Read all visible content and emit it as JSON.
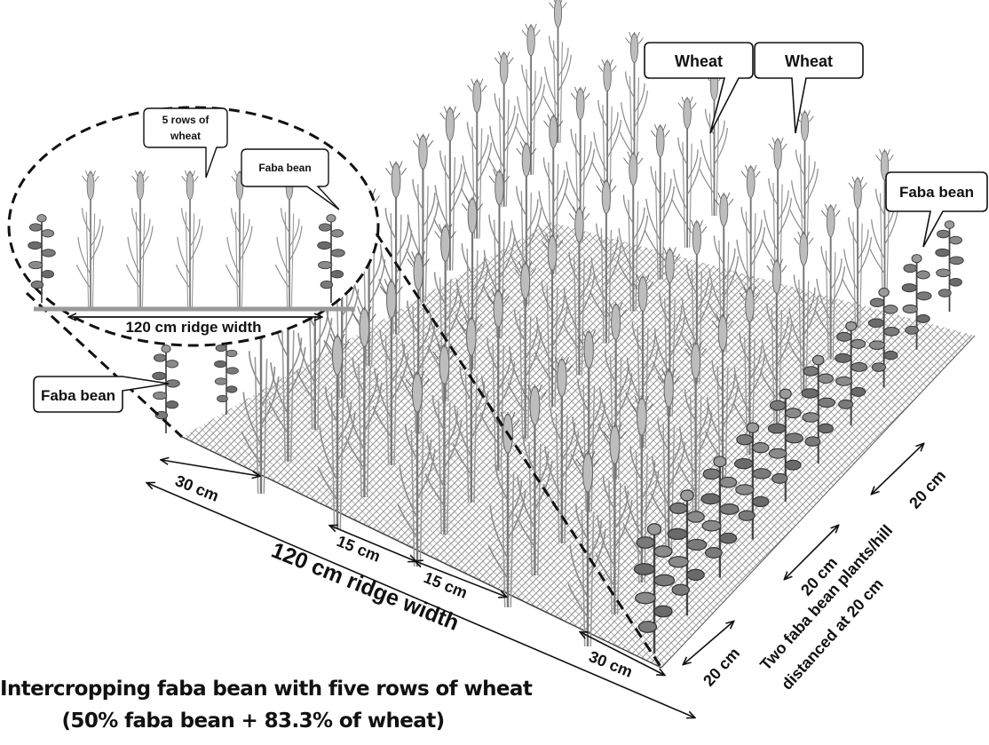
{
  "labels": {
    "wheat_top_left": "Wheat",
    "wheat_top_right": "Wheat",
    "faba_right": "Faba bean",
    "faba_left": "Faba bean",
    "inset_rows_line1": "5 rows of",
    "inset_rows_line2": "wheat",
    "inset_faba": "Faba bean",
    "inset_ridge": "120 cm ridge width"
  },
  "dimensions": {
    "left_30": "30 cm",
    "mid_15_a": "15 cm",
    "mid_15_b": "15 cm",
    "right_30": "30 cm",
    "ridge": "120 cm ridge width",
    "side_20_a": "20 cm",
    "side_20_b": "20 cm",
    "side_20_c": "20 cm",
    "side_note_line1": "Two faba bean plants/hill",
    "side_note_line2": "distanced at 20 cm"
  },
  "caption": {
    "line1": "Intercropping faba bean with five rows of wheat",
    "line2": "(50% faba bean + 83.3% of wheat)"
  },
  "colors": {
    "ink": "#111111",
    "wheat": "#8a8a8a",
    "faba": "#555555",
    "soil": "#6e6e6e",
    "background": "#ffffff"
  }
}
